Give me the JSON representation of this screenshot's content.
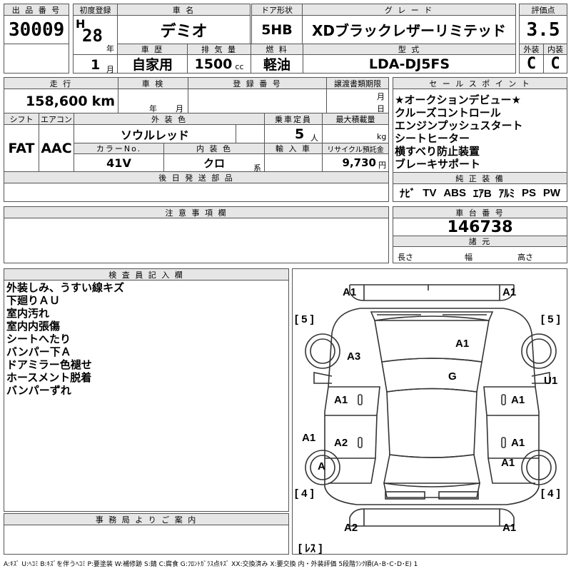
{
  "header": {
    "lot_label": "出 品 番 号",
    "lot_number": "30009",
    "first_reg_label": "初度登録",
    "era": "H",
    "year": "28",
    "year_unit": "年",
    "month": "1",
    "month_unit": "月",
    "car_name_label": "車 名",
    "car_name": "デミオ",
    "door_label": "ドア形状",
    "door": "5HB",
    "grade_label": "グ レ ー ド",
    "grade": "XDブラックレザーリミテッド",
    "score_label": "評価点",
    "score": "3.5",
    "history_label": "車 歴",
    "history": "自家用",
    "displacement_label": "排 気 量",
    "displacement": "1500",
    "displacement_unit": "cc",
    "fuel_label": "燃 料",
    "fuel": "軽油",
    "model_label": "型 式",
    "model": "LDA-DJ5FS",
    "exterior_label": "外装",
    "exterior_grade": "C",
    "interior_label": "内装",
    "interior_grade": "C"
  },
  "row2": {
    "mileage_label": "走 行",
    "mileage": "158,600",
    "mileage_unit": "km",
    "inspection_label": "車 検",
    "insp_year_unit": "年",
    "insp_month_unit": "月",
    "reg_label": "登 録 番 号",
    "transfer_label": "譲渡書類期限",
    "transfer_month_unit": "月",
    "transfer_day_unit": "日",
    "shift_label": "シフト",
    "shift": "FAT",
    "ac_label": "エアコン",
    "ac": "AAC",
    "ext_color_label": "外 装 色",
    "ext_color": "ソウルレッド",
    "capacity_label": "乗車定員",
    "capacity": "5",
    "capacity_unit": "人",
    "load_label": "最大積載量",
    "load_unit": "kg",
    "color_no_label": "カラーNo.",
    "color_no": "41V",
    "int_color_label": "内 装 色",
    "int_color": "クロ",
    "int_color_unit": "系",
    "import_label": "輸 入 車",
    "recycle_label": "リサイクル預託金",
    "recycle": "9,730",
    "recycle_unit": "円",
    "later_parts_label": "後 日 発 送 部 品"
  },
  "sales": {
    "label": "セ ー ル ス ポ イ ン ト",
    "points": [
      "★オークションデビュー★",
      "クルーズコントロール",
      "エンジンプッシュスタート",
      "シートヒーター",
      "横すべり防止装置",
      "ブレーキサポート"
    ]
  },
  "equipment": {
    "label": "純 正 装 備",
    "items": [
      "ﾅﾋﾞ",
      "TV",
      "ABS",
      "ｴｱB",
      "ｱﾙﾐ",
      "PS",
      "PW"
    ]
  },
  "notes": {
    "label": "注 意 事 項 欄"
  },
  "chassis": {
    "label": "車 台 番 号",
    "number": "146738",
    "specs_label": "諸 元",
    "length_label": "長さ",
    "width_label": "幅",
    "height_label": "高さ"
  },
  "inspector": {
    "label": "検 査 員 記 入 欄",
    "lines": [
      "外装しみ、うすい線キズ",
      "下廻りＡＵ",
      "室内汚れ",
      "室内内張傷",
      "シートへたり",
      "バンパー下Ａ",
      "ドアミラー色褪せ",
      "ホースメント脱着",
      "バンパーずれ"
    ]
  },
  "office": {
    "label": "事 務 局 よ り ご 案 内"
  },
  "diagram": {
    "tires_fl": "[ 5 ]",
    "tires_fr": "[ 5 ]",
    "tires_rl": "[ 4 ]",
    "tires_rr": "[ 4 ]",
    "spare": "[ ﾚｽ ]",
    "marks": {
      "front_left": "A1",
      "front_right": "A1",
      "hood": "A1",
      "fender_left": "A3",
      "windshield": "G",
      "fender_right": "U1",
      "door_fl": "A1",
      "door_fr": "A1",
      "sill_left": "A1",
      "door_rl": "A2",
      "door_rr": "A1",
      "wheel_rl": "A",
      "quarter_right": "A1",
      "rear_left": "A2",
      "rear_right": "A1"
    }
  },
  "legend": "A:ｷｽﾞ U:ﾍｺﾐ B:ｷｽﾞを伴うﾍｺﾐ P:要塗装 W:補修跡 S:錆 C:腐食 G:ﾌﾛﾝﾄｶﾞﾗｽ点ｷｽﾞ XX:交換済み X:要交換 内・外装評価 5段階ﾗﾝｸ順(A･B･C･D･E) 1"
}
